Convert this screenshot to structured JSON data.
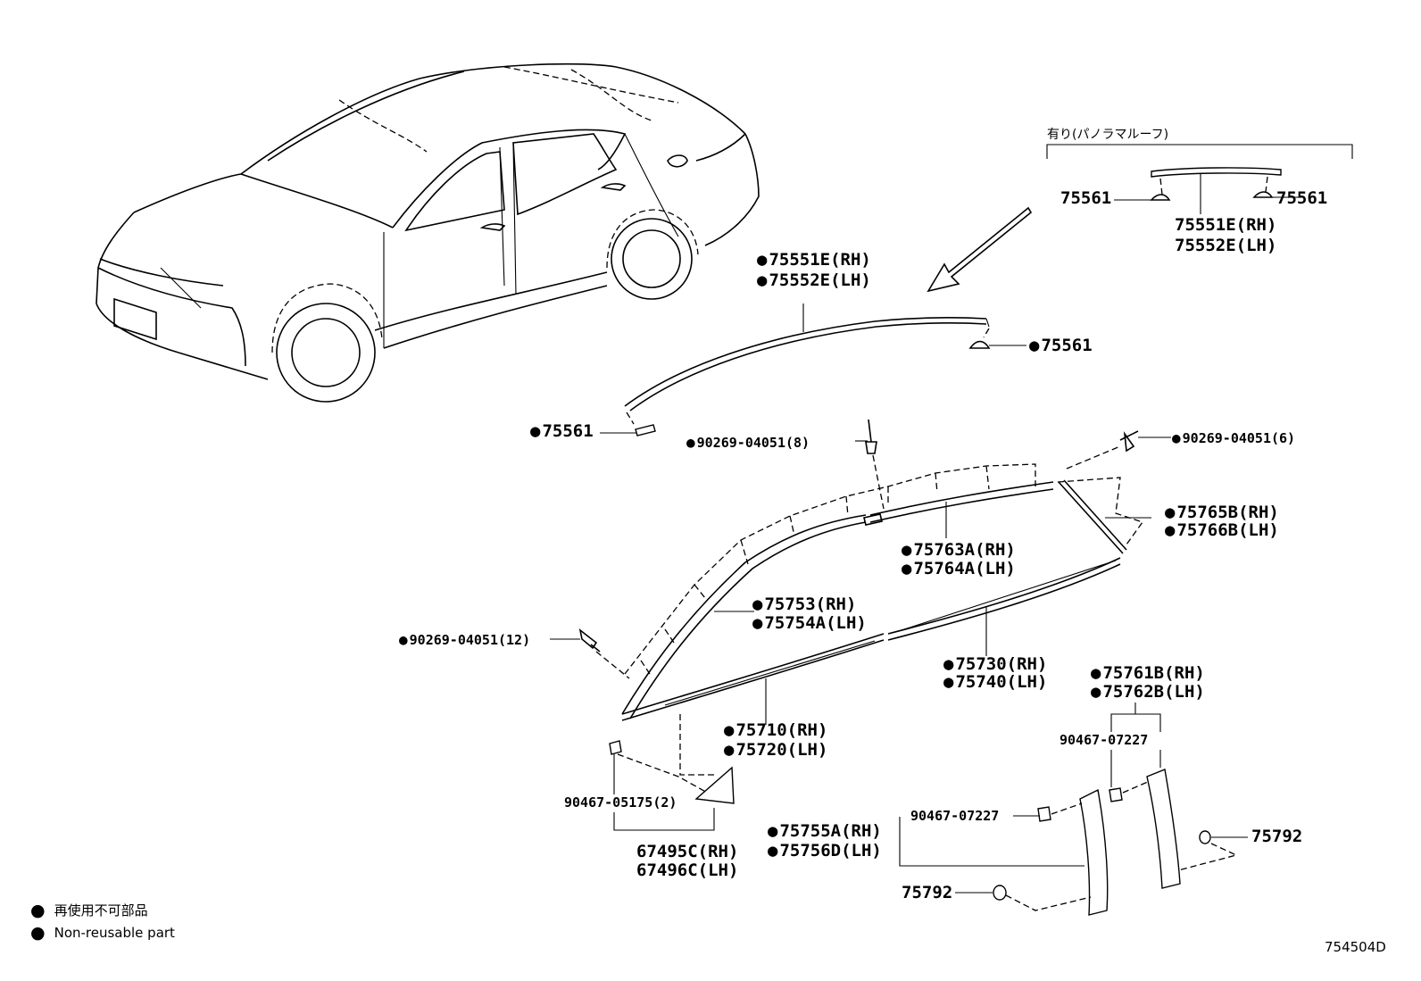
{
  "diagram": {
    "panorama_roof_header": "有り(パノラマルーフ)",
    "diagram_code": "754504D",
    "legend": {
      "items": [
        {
          "symbol": "●",
          "text": "再使用不可部品"
        },
        {
          "symbol": "●",
          "text": "Non-reusable part"
        }
      ]
    },
    "callouts": {
      "roof_clip_top_left": "75561",
      "roof_clip_top_right": "75561",
      "roof_mold_panorama_rh": "75551E(RH)",
      "roof_mold_panorama_lh": "75552E(LH)",
      "roof_mold_rh": "75551E(RH)",
      "roof_mold_lh": "75552E(LH)",
      "roof_clip_rear": "75561",
      "roof_clip_front": "75561",
      "clip_upper_mid": "90269-04051(8)",
      "clip_upper_right": "90269-04051(6)",
      "quarter_mold_rh": "75765B(RH)",
      "quarter_mold_lh": "75766B(LH)",
      "rear_door_upper_rh": "75763A(RH)",
      "rear_door_upper_lh": "75764A(LH)",
      "front_door_upper_rh": "75753(RH)",
      "front_door_upper_lh": "75754A(LH)",
      "clip_left": "90269-04051(12)",
      "rear_belt_rh": "75730(RH)",
      "rear_belt_lh": "75740(LH)",
      "rear_pillar_rh": "75761B(RH)",
      "rear_pillar_lh": "75762B(LH)",
      "front_belt_rh": "75710(RH)",
      "front_belt_lh": "75720(LH)",
      "nut_rear_pillar": "90467-07227",
      "nut_mirror_base": "90467-05175(2)",
      "mirror_cover_rh": "67495C(RH)",
      "mirror_cover_lh": "67496C(LH)",
      "front_pillar_rh": "75755A(RH)",
      "front_pillar_lh": "75756D(LH)",
      "nut_front_pillar": "90467-07227",
      "seal_right": "75792",
      "seal_bottom": "75792"
    }
  }
}
